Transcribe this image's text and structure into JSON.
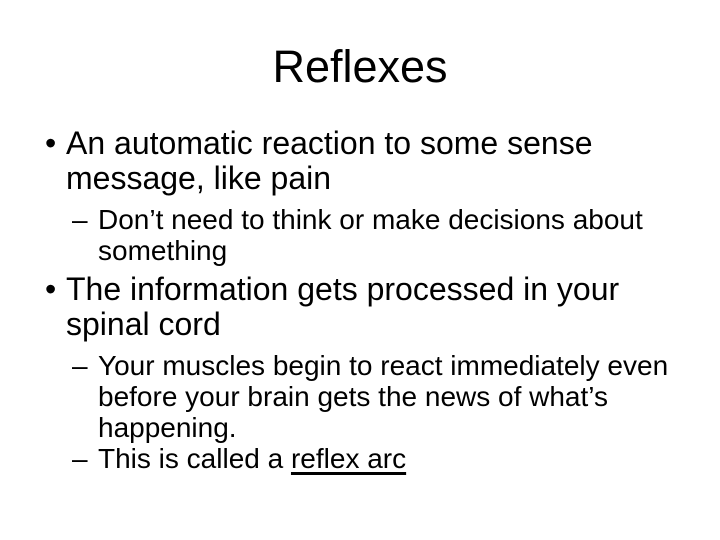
{
  "slide": {
    "title": "Reflexes",
    "glyphs": {
      "level1": "•",
      "level2": "–"
    },
    "colors": {
      "background": "#ffffff",
      "text": "#000000"
    },
    "bullets": [
      {
        "level": 1,
        "lines": [
          "An automatic reaction to some sense",
          "message, like pain"
        ]
      },
      {
        "level": 2,
        "lines": [
          "Don’t need to think or make decisions about",
          "something"
        ]
      },
      {
        "level": 1,
        "lines": [
          "The information gets processed in your",
          "spinal cord"
        ]
      },
      {
        "level": 2,
        "lines": [
          "Your muscles begin to react immediately even",
          "before your brain gets the news of what’s",
          "happening."
        ]
      },
      {
        "level": 2,
        "text": "This is called a ",
        "underlined": "reflex arc"
      }
    ]
  }
}
